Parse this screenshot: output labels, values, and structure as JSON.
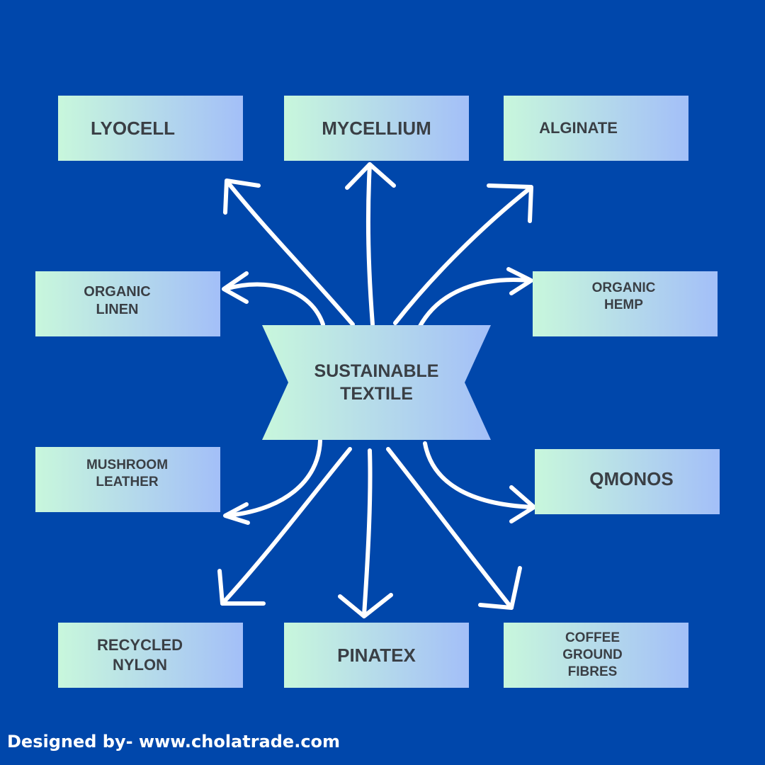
{
  "center": {
    "label": "SUSTAINABLE\nTEXTILE"
  },
  "nodes": {
    "lyocell": "LYOCELL",
    "mycellium": "MYCELLIUM",
    "alginate": "ALGINATE",
    "organic_linen": "ORGANIC\nLINEN",
    "organic_hemp": "ORGANIC\nHEMP",
    "mushroom_leather": "MUSHROOM\nLEATHER",
    "qmonos": "QMONOS",
    "recycled_nylon": "RECYCLED\nNYLON",
    "pinatex": "PINATEX",
    "coffee_ground_fibres": "COFFEE\nGROUND\nFIBRES"
  },
  "footer": {
    "text": "Designed by- www.cholatrade.com"
  },
  "colors": {
    "background": "#0047ab",
    "box_gradient_start": "#c8f7dc",
    "box_gradient_end": "#a3bff8",
    "text": "#3a3f45",
    "arrow": "#ffffff"
  }
}
